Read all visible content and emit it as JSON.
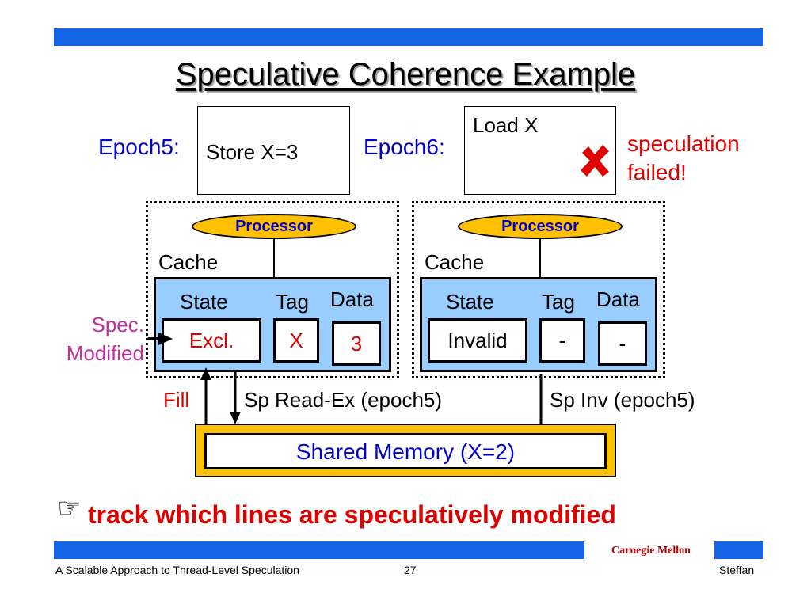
{
  "slide": {
    "title": "Speculative Coherence Example",
    "epoch5": {
      "label": "Epoch5:",
      "instruction": "Store X=3"
    },
    "epoch6": {
      "label": "Epoch6:",
      "instruction": "Load X"
    },
    "failure_note_line1": "speculation",
    "failure_note_line2": "failed!",
    "left_node": {
      "processor": "Processor",
      "cache_label": "Cache",
      "headers": {
        "state": "State",
        "tag": "Tag",
        "data": "Data"
      },
      "row": {
        "state": "Excl.",
        "tag": "X",
        "data": "3"
      }
    },
    "right_node": {
      "processor": "Processor",
      "cache_label": "Cache",
      "headers": {
        "state": "State",
        "tag": "Tag",
        "data": "Data"
      },
      "row": {
        "state": "Invalid",
        "tag": "-",
        "data": "-"
      }
    },
    "spec_modified_line1": "Spec.",
    "spec_modified_line2": "Modified",
    "fill_label": "Fill",
    "sp_read_ex": "Sp Read-Ex (epoch5)",
    "sp_inv": "Sp Inv (epoch5)",
    "shared_memory": "Shared Memory (X=2)",
    "pointer_glyph": "☞",
    "takeaway": "track which lines are speculatively modified"
  },
  "footer": {
    "left": "A Scalable Approach to Thread-Level Speculation",
    "page": "27",
    "right": "Steffan",
    "logo": "Carnegie Mellon"
  },
  "colors": {
    "bar": "#1565e6",
    "text_blue": "#0000cc",
    "text_red": "#e00000",
    "cache_fill": "#99ccff",
    "processor_fill": "#ffc000"
  },
  "icons": {
    "fail_mark": "x-mark-icon",
    "pointer": "pointing-hand-icon"
  }
}
